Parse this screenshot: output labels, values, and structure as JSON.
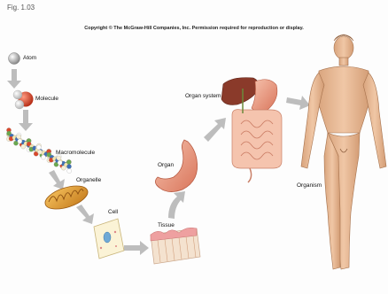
{
  "figure_label": "Fig. 1.03",
  "copyright": "Copyright © The McGraw-Hill Companies, Inc. Permission required for reproduction or display.",
  "levels": {
    "atom": "Atom",
    "molecule": "Molecule",
    "macromolecule": "Macromolecule",
    "organelle": "Organelle",
    "cell": "Cell",
    "tissue": "Tissue",
    "organ": "Organ",
    "organ_system": "Organ system",
    "organism": "Organism"
  },
  "colors": {
    "arrow": "#bdbdbd",
    "molecule_red": "#d9482b",
    "organ_pink": "#ee9f86",
    "liver": "#8a3a2a",
    "skin": "#e7b894",
    "organelle": "#e9a23b"
  }
}
